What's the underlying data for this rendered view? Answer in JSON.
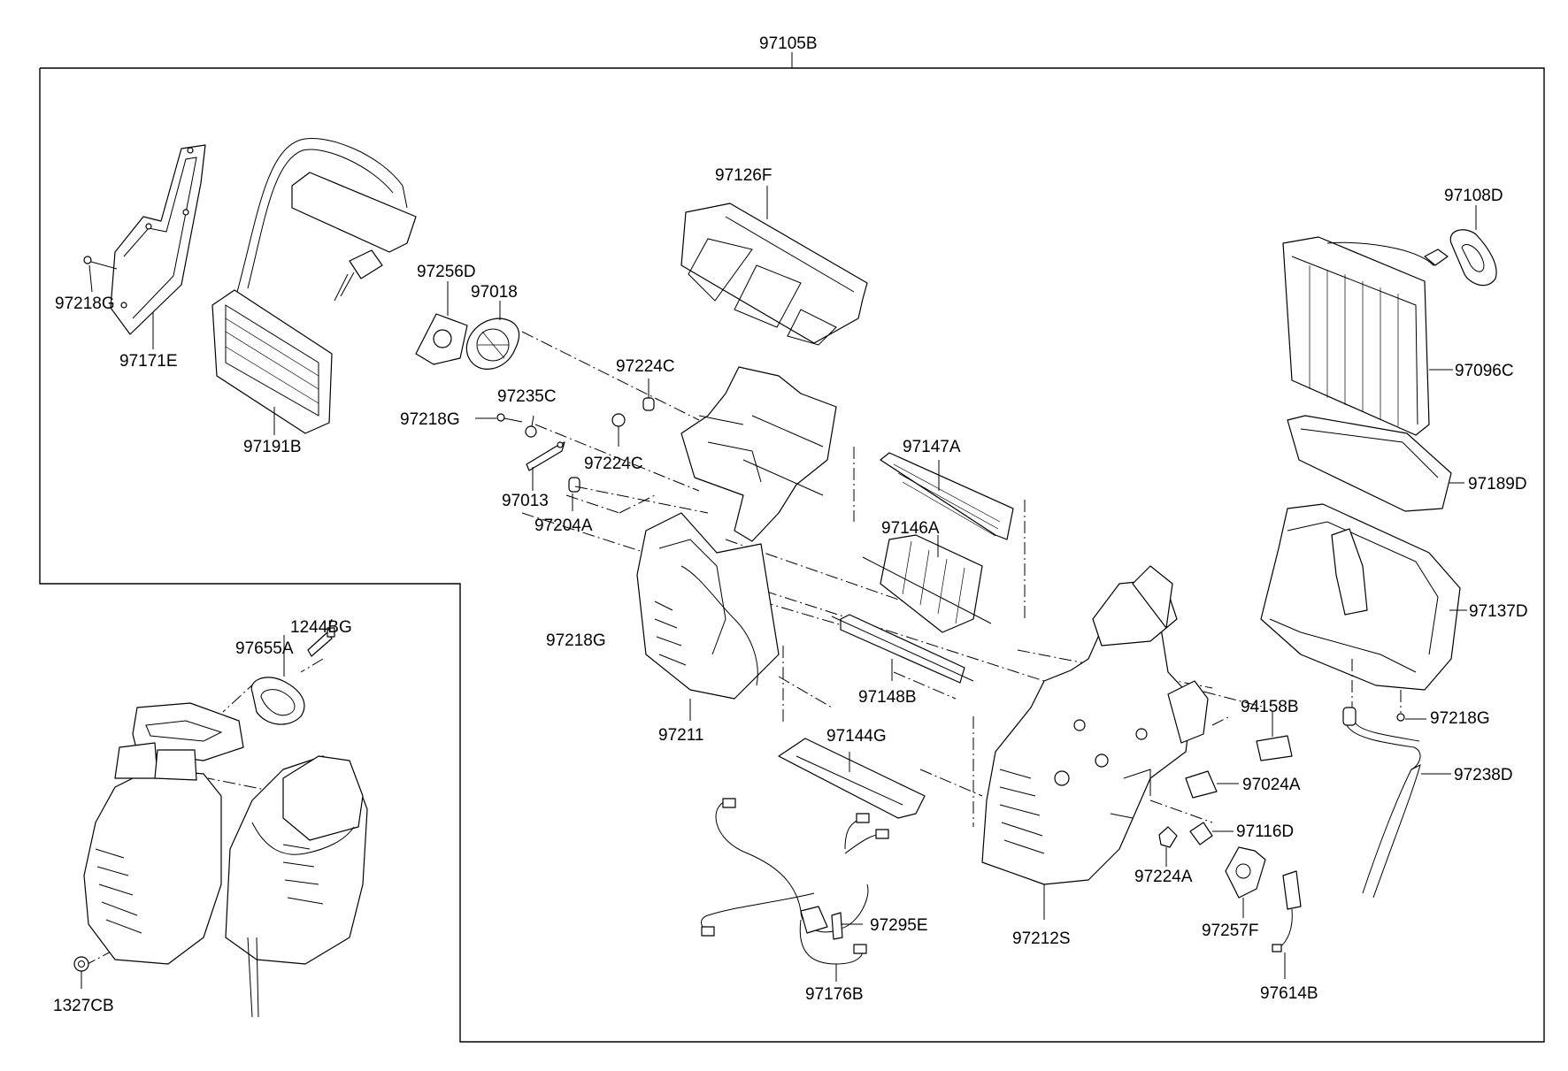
{
  "assembly_label": "97105B",
  "parts": {
    "p97218G_a": "97218G",
    "p97171E": "97171E",
    "p97191B": "97191B",
    "p97256D": "97256D",
    "p97018": "97018",
    "p97224C_a": "97224C",
    "p97218G_b": "97218G",
    "p97235C": "97235C",
    "p97224C_b": "97224C",
    "p97013": "97013",
    "p97204A": "97204A",
    "p97126F": "97126F",
    "p97108D": "97108D",
    "p97096C": "97096C",
    "p97189D": "97189D",
    "p97147A": "97147A",
    "p97146A": "97146A",
    "p97137D": "97137D",
    "p97218G_c": "97218G",
    "p97148B": "97148B",
    "p97211": "97211",
    "p97144G": "97144G",
    "p94158B": "94158B",
    "p97218G_d": "97218G",
    "p97238D": "97238D",
    "p97024A": "97024A",
    "p97116D": "97116D",
    "p97224A": "97224A",
    "p97212S": "97212S",
    "p97257F": "97257F",
    "p97295E": "97295E",
    "p97176B": "97176B",
    "p97614B": "97614B",
    "p1244BG": "1244BG",
    "p97655A": "97655A",
    "p1327CB": "1327CB"
  }
}
